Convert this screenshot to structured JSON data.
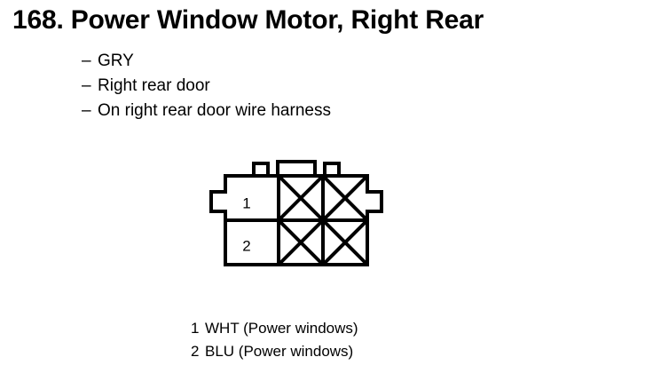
{
  "title": "168.  Power Window Motor, Right Rear",
  "bullets": [
    {
      "dash": "–",
      "text": "GRY"
    },
    {
      "dash": "–",
      "text": "Right rear door"
    },
    {
      "dash": "–",
      "text": "On right rear door wire harness"
    }
  ],
  "connector": {
    "pins": [
      {
        "number": "1"
      },
      {
        "number": "2"
      }
    ]
  },
  "legend": [
    {
      "number": "1",
      "text": "WHT (Power windows)"
    },
    {
      "number": "2",
      "text": "BLU (Power windows)"
    }
  ],
  "colors": {
    "ink": "#000000",
    "background": "#ffffff"
  }
}
